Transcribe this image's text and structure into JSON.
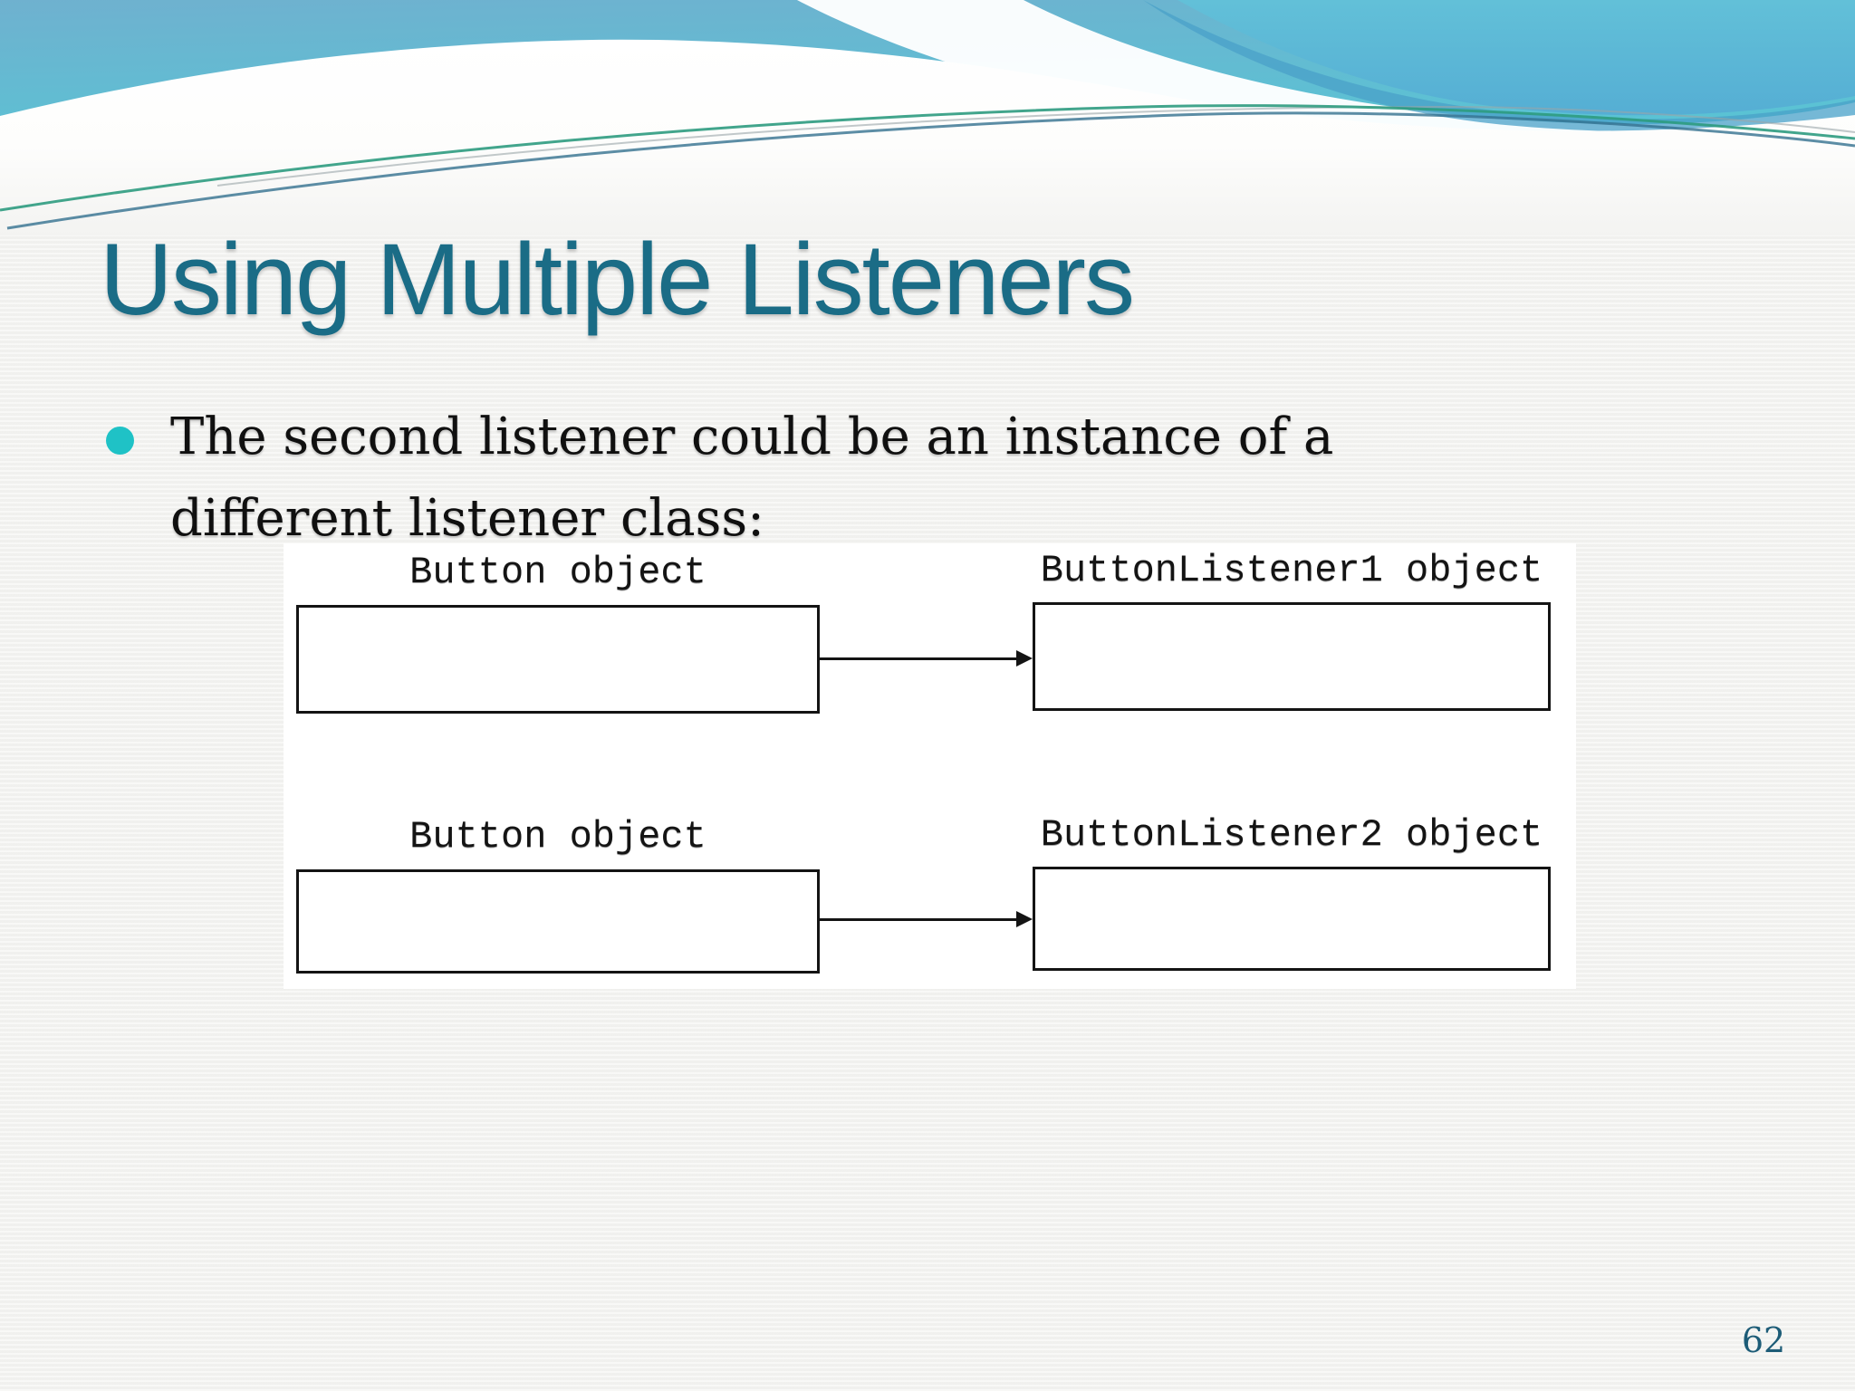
{
  "slide": {
    "title": "Using Multiple Listeners",
    "page_number": "62"
  },
  "bullet": {
    "lines": [
      "The second listener could be an instance of a",
      "different listener class:"
    ]
  },
  "diagram": {
    "rows": [
      {
        "source_label": "Button object",
        "target_label": "ButtonListener1 object"
      },
      {
        "source_label": "Button object",
        "target_label": "ButtonListener2 object"
      }
    ]
  },
  "theme": {
    "colors": {
      "title-color": "#1a6c86",
      "bullet-color": "#1fc2c6",
      "body-color": "#101010",
      "pagenum-color": "#1d5c77",
      "diagram-line-color": "#141414",
      "bg-color": "#f3f3f1",
      "wave-blue-top": "#6fb1cf",
      "wave-turquoise": "#4fccd7",
      "wave-line-green": "#2d9b80",
      "wave-line-steel": "#33708f"
    }
  }
}
